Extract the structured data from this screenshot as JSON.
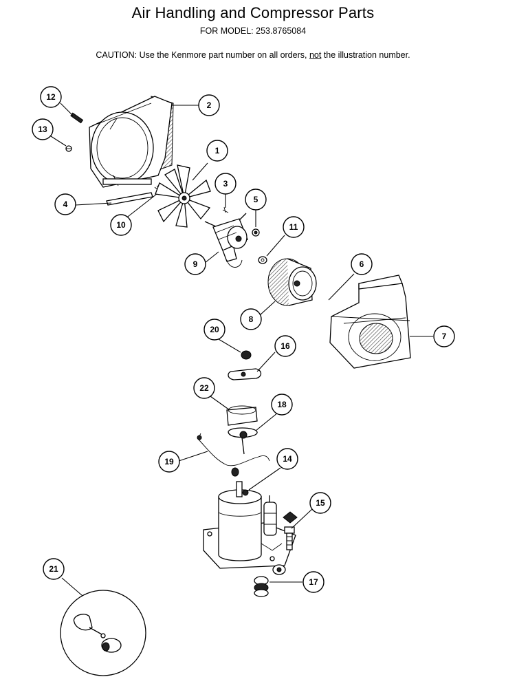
{
  "header": {
    "title": "Air Handling and Compressor Parts",
    "model": "FOR MODEL: 253.8765084",
    "caution_prefix": "CAUTION:  Use the Kenmore part number on all orders, ",
    "caution_emphasis": "not",
    "caution_suffix": " the illustration number."
  },
  "callouts": [
    {
      "id": "c1",
      "label": "1"
    },
    {
      "id": "c2",
      "label": "2"
    },
    {
      "id": "c3",
      "label": "3"
    },
    {
      "id": "c4",
      "label": "4"
    },
    {
      "id": "c5",
      "label": "5"
    },
    {
      "id": "c6",
      "label": "6"
    },
    {
      "id": "c7",
      "label": "7"
    },
    {
      "id": "c8",
      "label": "8"
    },
    {
      "id": "c9",
      "label": "9"
    },
    {
      "id": "c10",
      "label": "10"
    },
    {
      "id": "c11",
      "label": "11"
    },
    {
      "id": "c12",
      "label": "12"
    },
    {
      "id": "c13",
      "label": "13"
    },
    {
      "id": "c14",
      "label": "14"
    },
    {
      "id": "c15",
      "label": "15"
    },
    {
      "id": "c16",
      "label": "16"
    },
    {
      "id": "c17",
      "label": "17"
    },
    {
      "id": "c18",
      "label": "18"
    },
    {
      "id": "c19",
      "label": "19"
    },
    {
      "id": "c20",
      "label": "20"
    },
    {
      "id": "c21",
      "label": "21"
    },
    {
      "id": "c22",
      "label": "22"
    }
  ]
}
